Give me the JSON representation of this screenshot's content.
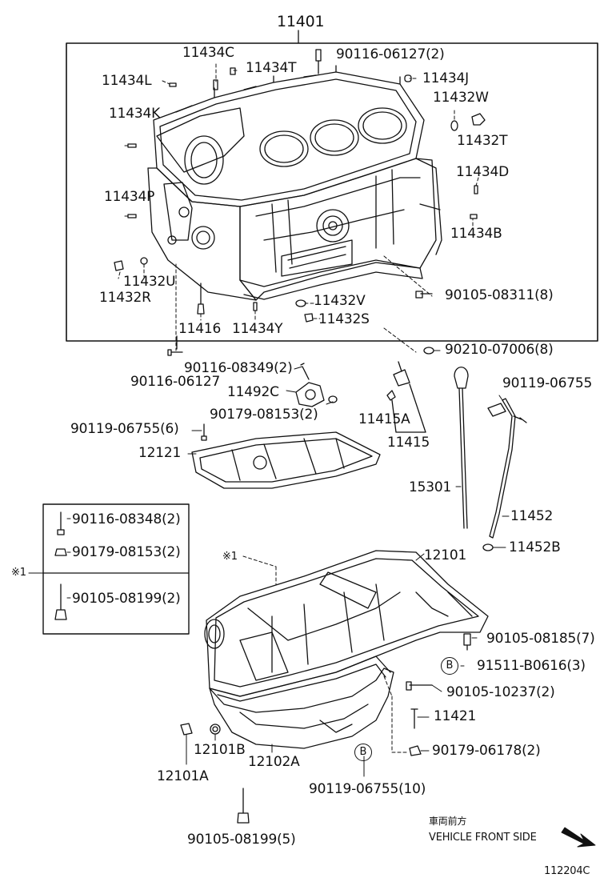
{
  "labels": {
    "l11401": "11401",
    "l11434C": "11434C",
    "l90116_06127_2": "90116-06127(2)",
    "l11434T": "11434T",
    "l11434L": "11434L",
    "l11434J": "11434J",
    "l11432W": "11432W",
    "l11434K": "11434K",
    "l11432T": "11432T",
    "l11434D": "11434D",
    "l11434P": "11434P",
    "l11434B": "11434B",
    "l11432U": "11432U",
    "l11432R": "11432R",
    "l90105_08311_8": "90105-08311(8)",
    "l11432V": "11432V",
    "l11416": "11416",
    "l11434Y": "11434Y",
    "l11432S": "11432S",
    "l90210_07006_8": "90210-07006(8)",
    "l90116_08349_2": "90116-08349(2)",
    "l90116_06127": "90116-06127",
    "l90119_06755": "90119-06755",
    "l11492C": "11492C",
    "l90179_08153_2": "90179-08153(2)",
    "l11415A": "11415A",
    "l90119_06755_6": "90119-06755(6)",
    "l11415": "11415",
    "l12121": "12121",
    "l15301": "15301",
    "l11452": "11452",
    "l90116_08348_2": "90116-08348(2)",
    "l90179_08153_2b": "90179-08153(2)",
    "l11452B": "11452B",
    "l12101": "12101",
    "lref1a": "※1",
    "lref1b": "※1",
    "l90105_08199_2": "90105-08199(2)",
    "l90105_08185_7": "90105-08185(7)",
    "l91511_B0616_3": "91511-B0616(3)",
    "l90105_10237_2": "90105-10237(2)",
    "l11421": "11421",
    "l12101B": "12101B",
    "l12102A": "12102A",
    "l90179_06178_2": "90179-06178(2)",
    "l12101A": "12101A",
    "l90119_06755_10": "90119-06755(10)",
    "l90105_08199_5": "90105-08199(5)",
    "front_jp": "車両前方",
    "front_en": "VEHICLE FRONT SIDE",
    "figure_id": "112204C",
    "callout_B1": "B",
    "callout_B2": "B"
  }
}
